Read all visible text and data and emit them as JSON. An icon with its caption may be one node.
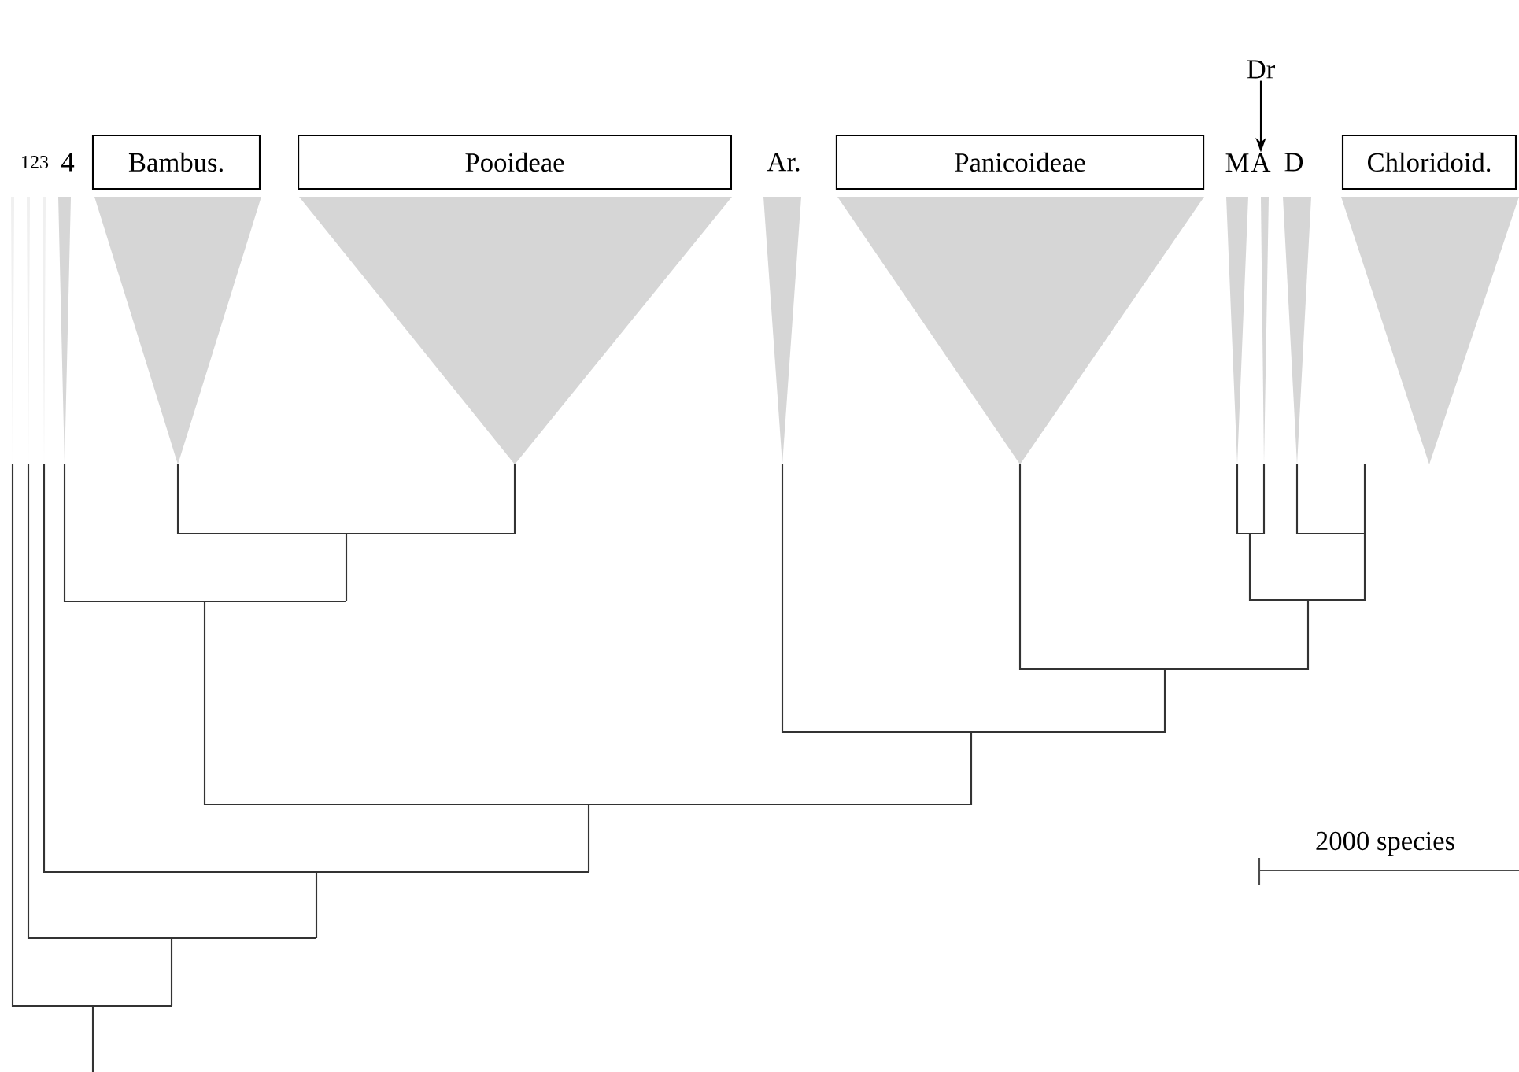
{
  "diagram": {
    "nodes": [
      {
        "text": [
          "Bambus."
        ]
      },
      {
        "text": [
          "Pooideae"
        ]
      },
      {
        "text": [
          "Panicoideae"
        ]
      },
      {
        "text": [
          "Chloridoid."
        ]
      },
      {
        "text": [
          "Dr"
        ]
      },
      {
        "text": [
          "M"
        ]
      },
      {
        "text": [
          "A"
        ]
      }
    ],
    "edges": [
      {
        "from": 4,
        "to": 6,
        "arrow": "to"
      }
    ],
    "labels": [
      "123",
      "4",
      "Ar.",
      "D",
      "2000 species"
    ]
  }
}
